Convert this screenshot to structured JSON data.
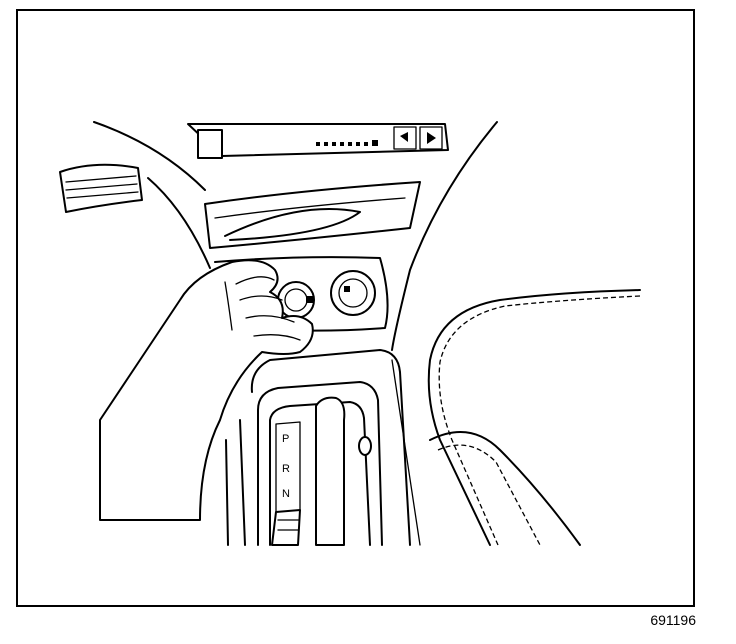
{
  "figure": {
    "id_label": "691196"
  },
  "shifter": {
    "positions": [
      "P",
      "R",
      "N"
    ]
  }
}
